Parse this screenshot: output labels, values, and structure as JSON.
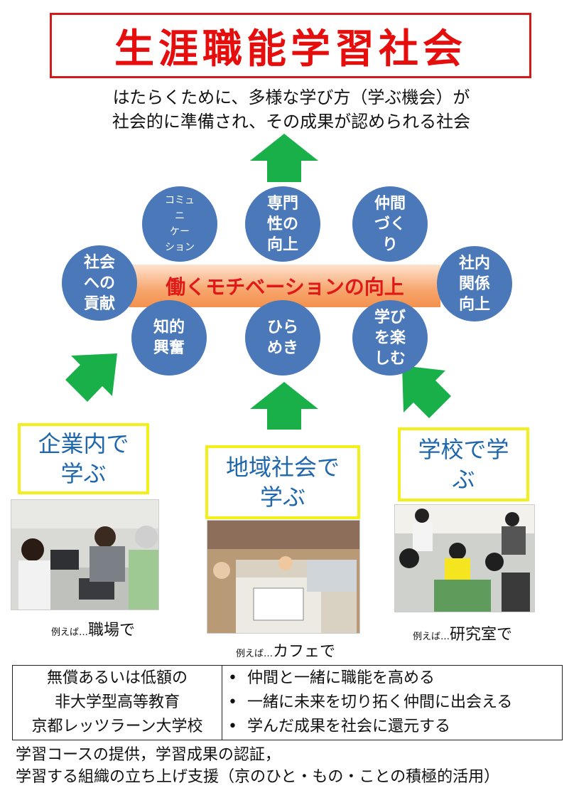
{
  "title": "生涯職能学習社会",
  "subtitle": [
    "はたらくために、多様な学び方（学ぶ機会）が",
    "社会的に準備され、その成果が認められる社会"
  ],
  "banner": "働くモチベーションの向上",
  "circles": {
    "communication": "コミュ\nニ\nケー\nション",
    "expertise": "専門\n性の\n向上",
    "fellows": "仲間\nづく\nり",
    "contribution": "社会\nへの\n貢献",
    "internal": "社内\n関係\n向上",
    "curiosity": "知的\n興奮",
    "inspiration": "ひら\nめき",
    "enjoy": "学び\nを楽\nしむ"
  },
  "learning": {
    "company": "企業内で\n学ぶ",
    "community": "地域社会で\n学ぶ",
    "school": "学校で学\nぶ"
  },
  "captions": {
    "company_pre": "例えば…",
    "company": "職場で",
    "community_pre": "例えば…",
    "community": "カフェで",
    "school_pre": "例えば…",
    "school": "研究室で"
  },
  "table": {
    "left": [
      "無償あるいは低額の",
      "非大学型高等教育",
      "京都レッツラーン大学校"
    ],
    "right": [
      "仲間と一緒に職能を高める",
      "一緒に未来を切り拓く仲間に出会える",
      "学んだ成果を社会に還元する"
    ],
    "bullet": "•"
  },
  "bottom": [
    "学習コースの提供，学習成果の認証，",
    "学習する組織の立ち上げ支援（京のひと・もの・ことの積極的活用）"
  ],
  "colors": {
    "title": "#e60d0d",
    "circle": "#4a78b9",
    "arrow": "#19b04a",
    "learn_text": "#1f67ad",
    "learn_border": "#f2ef19"
  }
}
